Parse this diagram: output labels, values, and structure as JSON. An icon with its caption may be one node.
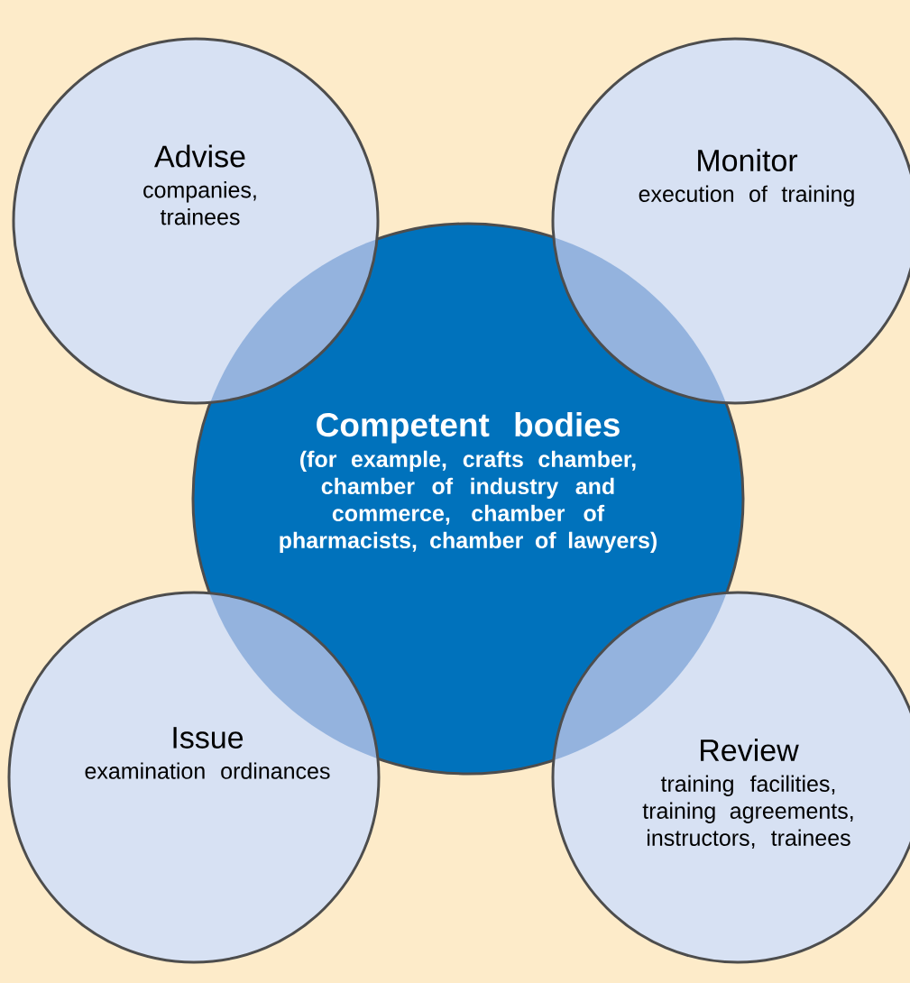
{
  "diagram": {
    "nodes": [
      {
        "text": [
          "Advise",
          "companies, trainees"
        ]
      },
      {
        "text": [
          "Monitor",
          "execution of training"
        ]
      },
      {
        "text": [
          "Competent bodies",
          "(for example, crafts chamber, chamber of industry and commerce, chamber of pharmacists, chamber of lawyers)"
        ]
      },
      {
        "text": [
          "Issue",
          "examination ordinances"
        ]
      },
      {
        "text": [
          "Review",
          "training facilities, training agreements, instructors, trainees"
        ]
      }
    ]
  }
}
